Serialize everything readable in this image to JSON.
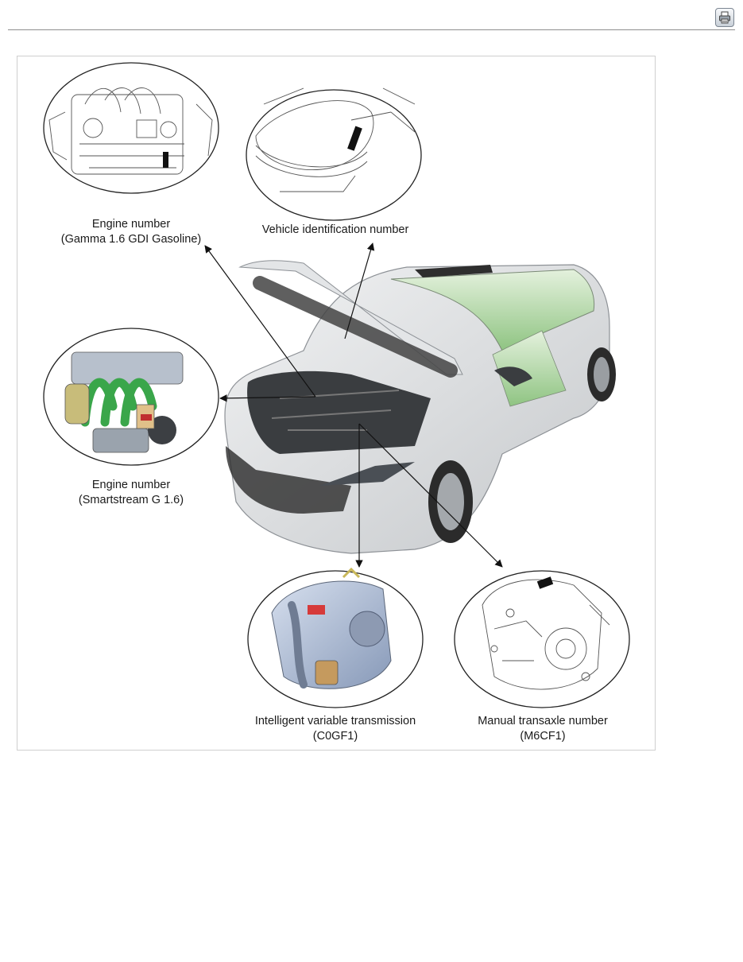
{
  "toolbar": {
    "print_icon": "printer-icon"
  },
  "figure": {
    "labels": {
      "engine_gamma": {
        "line1": "Engine number",
        "line2": "(Gamma 1.6 GDI Gasoline)"
      },
      "vin": {
        "line1": "Vehicle identification number"
      },
      "engine_smartstream": {
        "line1": "Engine number",
        "line2": "(Smartstream G 1.6)"
      },
      "ivt": {
        "line1": "Intelligent variable transmission",
        "line2": "(C0GF1)"
      },
      "manual": {
        "line1": "Manual transaxle number",
        "line2": "(M6CF1)"
      }
    },
    "colors": {
      "car_body": "#d9dbdd",
      "glass": "#a9cf9e",
      "engine_green": "#3aa64a",
      "ivt_blue": "#a9b9d4"
    }
  }
}
